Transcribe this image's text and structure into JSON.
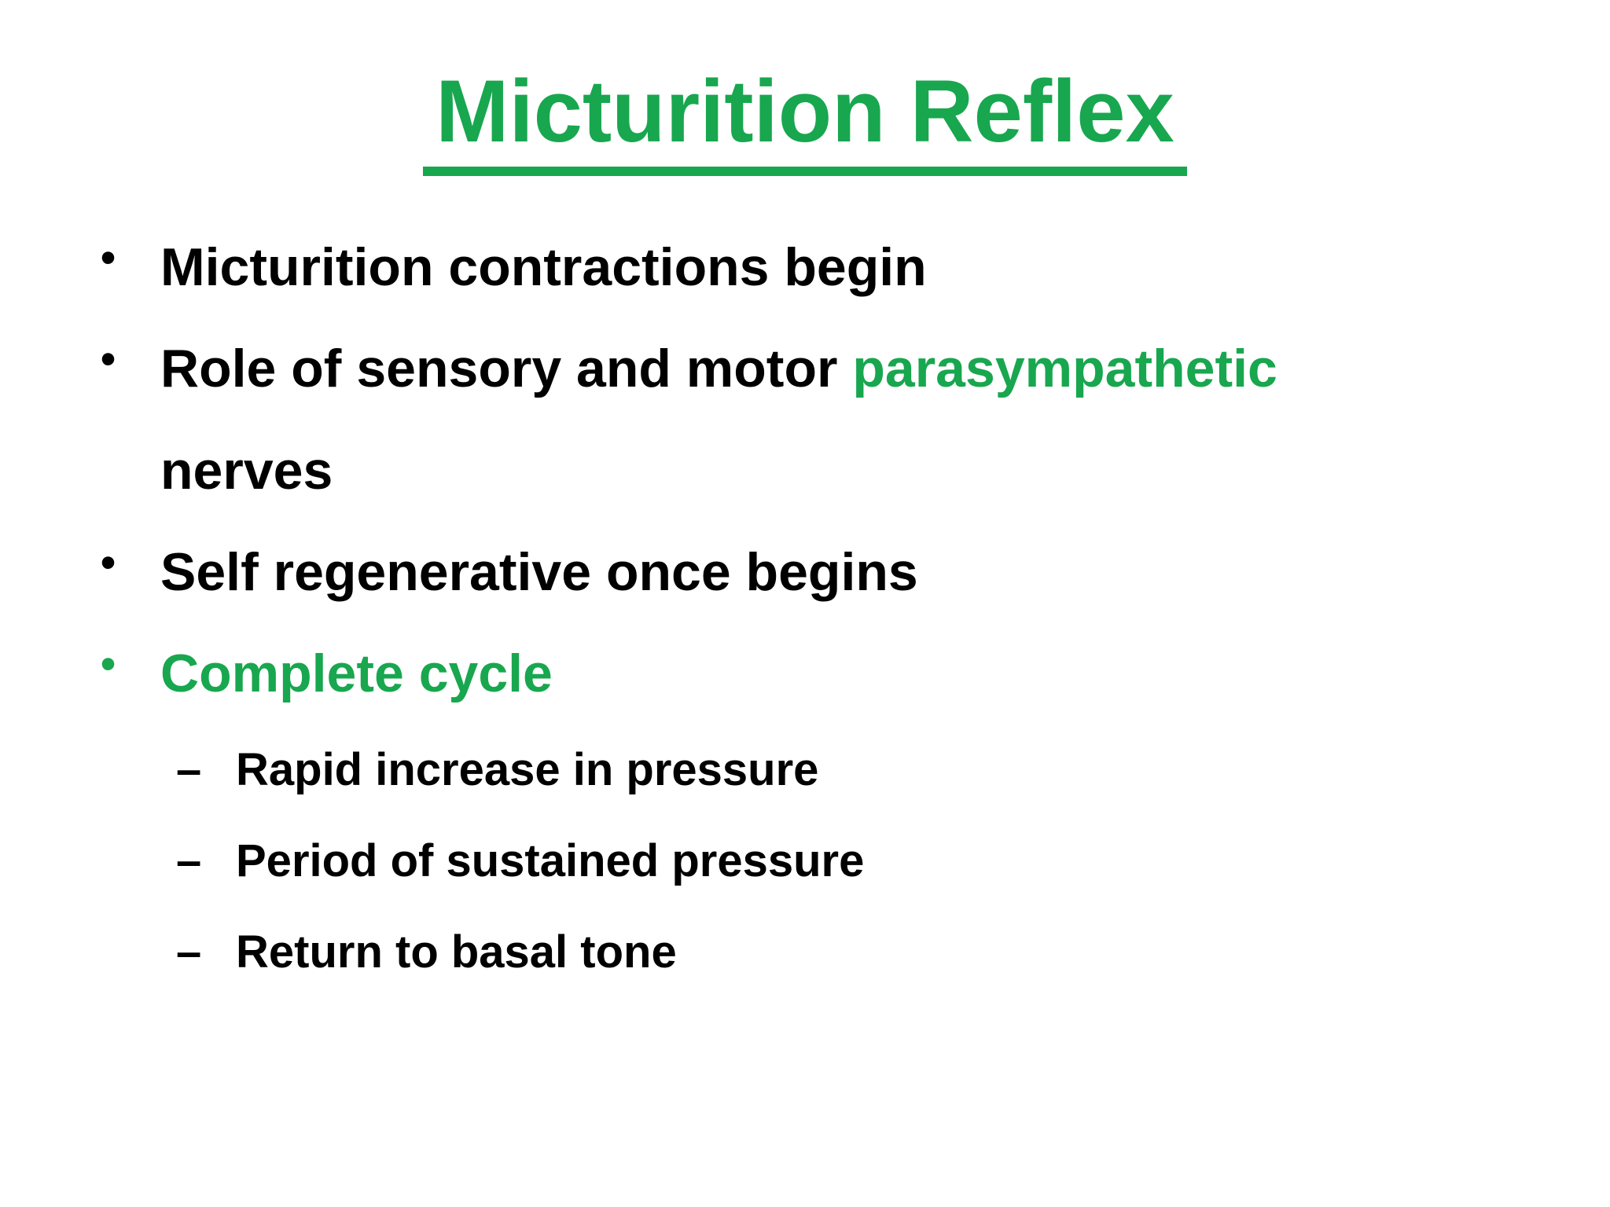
{
  "slide": {
    "title": "Micturition Reflex",
    "background_color": "#ffffff",
    "accent_green": "#18a74f",
    "text_color": "#000000"
  },
  "markers": {
    "dot": "•",
    "dash": "–"
  },
  "bullets": [
    {
      "level": 1,
      "text": "Micturition contractions begin"
    },
    {
      "level": 1,
      "pre": "Role of sensory and motor ",
      "highlight": "parasympathetic",
      "post": "\nnerves"
    },
    {
      "level": 1,
      "text": "Self regenerative once begins"
    },
    {
      "level": 1,
      "text": "Complete cycle",
      "color": "green"
    },
    {
      "level": 2,
      "text": "Rapid increase in pressure"
    },
    {
      "level": 2,
      "text": "Period of sustained pressure"
    },
    {
      "level": 2,
      "text": "Return to basal tone"
    }
  ]
}
